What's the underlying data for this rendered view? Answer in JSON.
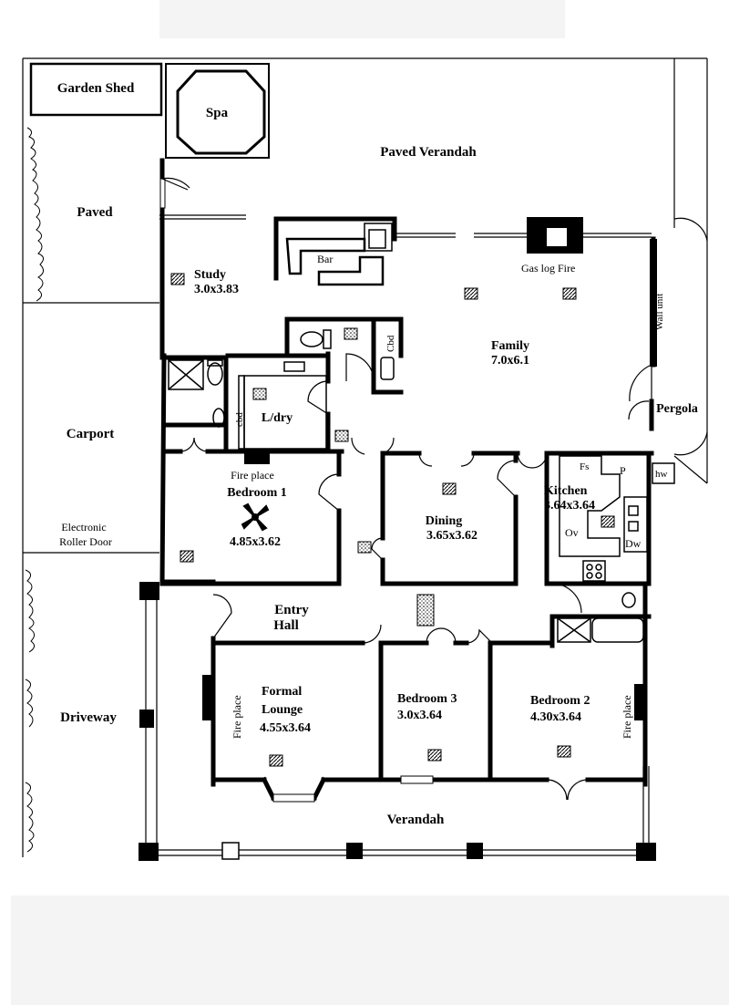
{
  "rooms": {
    "garden_shed": "Garden Shed",
    "spa": "Spa",
    "paved_verandah": "Paved Verandah",
    "paved": "Paved",
    "study_name": "Study",
    "study_size": "3.0x3.83",
    "bar": "Bar",
    "gas_log_fire": "Gas log Fire",
    "wall_unit": "Wall unit",
    "cbd_top": "Cbd",
    "family_name": "Family",
    "family_size": "7.0x6.1",
    "ldry": "L/dry",
    "cbd_ldry": "cbd",
    "pergola": "Pergola",
    "carport": "Carport",
    "fire_place_bed1": "Fire place",
    "bedroom1_name": "Bedroom 1",
    "bedroom1_size": "4.85x3.62",
    "dining_name": "Dining",
    "dining_size": "3.65x3.62",
    "kitchen_name": "Kitchen",
    "kitchen_size": "3.64x3.64",
    "fs": "Fs",
    "p": "P",
    "hw": "hw",
    "ov": "Ov",
    "dw": "Dw",
    "roller_door_1": "Electronic",
    "roller_door_2": "Roller Door",
    "entry_hall_1": "Entry",
    "entry_hall_2": "Hall",
    "driveway": "Driveway",
    "formal_lounge_1": "Formal",
    "formal_lounge_2": "Lounge",
    "formal_lounge_size": "4.55x3.64",
    "fire_place_lounge": "Fire place",
    "bedroom3_name": "Bedroom 3",
    "bedroom3_size": "3.0x3.64",
    "bedroom2_name": "Bedroom 2",
    "bedroom2_size": "4.30x3.64",
    "fire_place_bed2": "Fire place",
    "verandah": "Verandah"
  }
}
